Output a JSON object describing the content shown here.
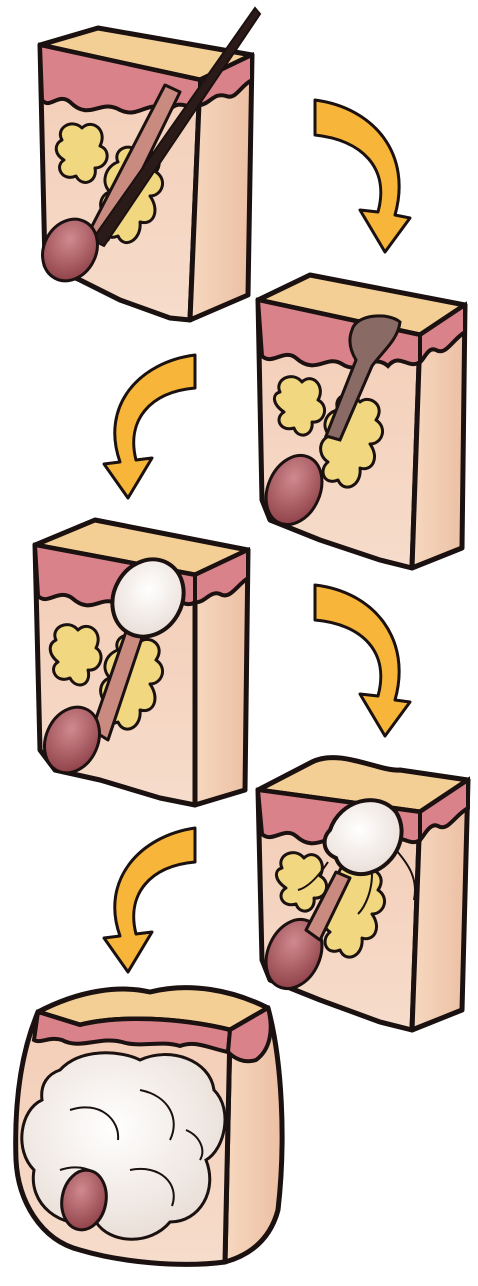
{
  "figure": {
    "stages": [
      {
        "name": "normal-follicle"
      },
      {
        "name": "clogged-pore"
      },
      {
        "name": "whitehead"
      },
      {
        "name": "inflamed-papule"
      },
      {
        "name": "nodule-cyst"
      }
    ],
    "colors": {
      "skin_top": "#f3cf96",
      "skin_side": "#f4cfae",
      "epidermis": "#d9828a",
      "dermis": "#f2c6b8",
      "gland": "#f1d77f",
      "follicle": "#b25b63",
      "pus": "#f7f2ee",
      "arrow": "#f7b53a",
      "outline": "#1a1110"
    }
  }
}
